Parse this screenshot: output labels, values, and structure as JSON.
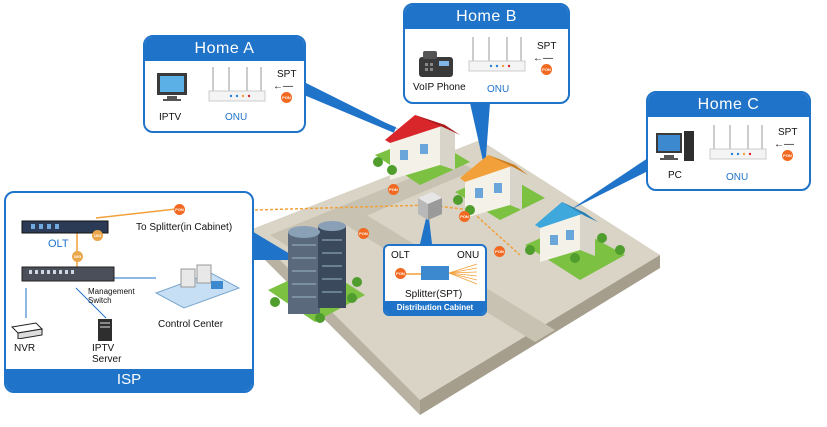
{
  "homes": {
    "a": {
      "title": "Home A",
      "device": "IPTV",
      "router": "ONU",
      "spt": "SPT",
      "pon": "PON"
    },
    "b": {
      "title": "Home B",
      "device": "VoIP Phone",
      "router": "ONU",
      "spt": "SPT",
      "pon": "PON"
    },
    "c": {
      "title": "Home C",
      "device": "PC",
      "router": "ONU",
      "spt": "SPT",
      "pon": "PON"
    }
  },
  "isp": {
    "title": "ISP",
    "olt": "OLT",
    "splitter_link": "To Splitter(in Cabinet)",
    "switch_label": "Management Switch",
    "switch_badge": "10G",
    "olt_badge": "10G",
    "control_center": "Control Center",
    "nvr": "NVR",
    "iptv_server": "IPTV Server",
    "pon": "PON"
  },
  "cabinet": {
    "title": "Distribution Cabinet",
    "olt": "OLT",
    "onu": "ONU",
    "splitter": "Splitter(SPT)",
    "pon": "PON"
  },
  "street_pon": "PON",
  "colors": {
    "brand_blue": "#1f73c8",
    "pon_orange": "#f26a21",
    "roof_a": "#d9262b",
    "roof_b": "#f2a03a",
    "roof_c": "#3ea7dc"
  }
}
